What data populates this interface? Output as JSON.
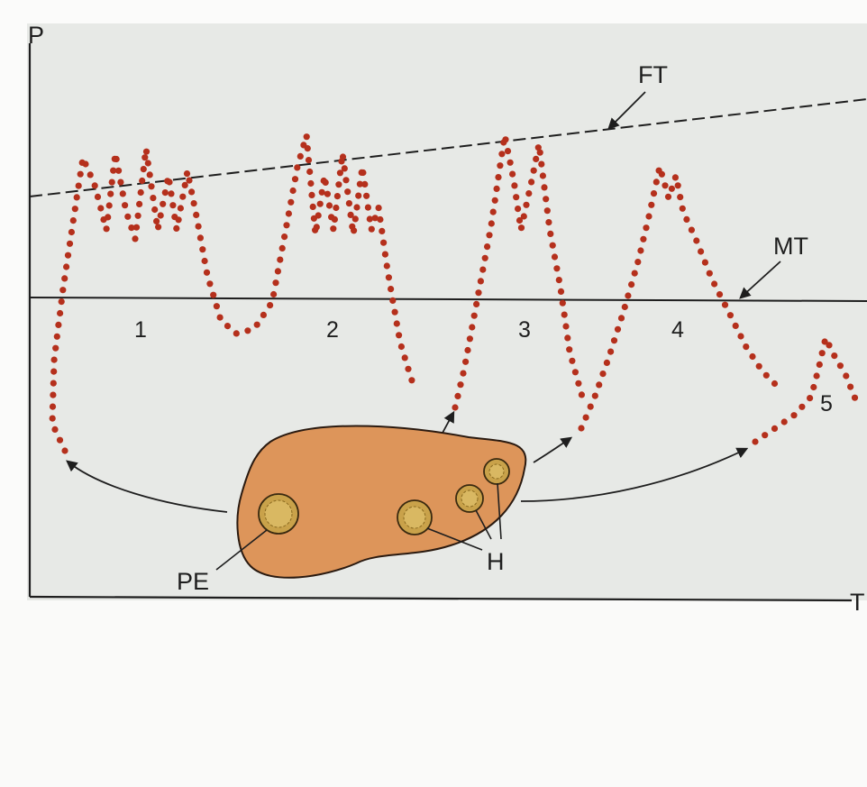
{
  "axes": {
    "y_label": "P",
    "x_label": "T"
  },
  "lines": {
    "ft_label": "FT",
    "ft_style": "dashed",
    "mt_label": "MT",
    "mt_style": "solid"
  },
  "episodes": [
    "1",
    "2",
    "3",
    "4",
    "5"
  ],
  "organ": {
    "pe_label": "PE",
    "h_label": "H"
  },
  "colors": {
    "panel": "#e7e9e6",
    "dots": "#b5301c",
    "organ_fill": "#dd955a",
    "organ_stroke": "#2a1a10",
    "lesion": "#c9a24a",
    "ink": "#1e1e1e"
  }
}
